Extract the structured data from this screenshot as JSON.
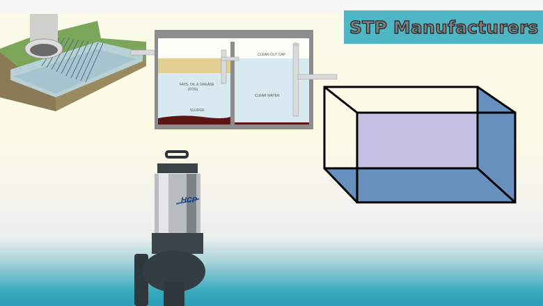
{
  "banner": {
    "title": "STP Manufacturers"
  },
  "septic_tank": {
    "labels": {
      "fog": "FATS, OIL & GREASE",
      "fog_abbr": "(FOG)",
      "sludge": "SLUDGE",
      "clean_out_cap": "CLEAN OUT CAP",
      "clear_water": "CLEAR WATER"
    }
  },
  "pump": {
    "brand": "HCP"
  },
  "colors": {
    "banner": "#4fb6c6",
    "tank_face": "#c5c0e2",
    "tank_side": "#6790bf",
    "water": "#d8e9f2",
    "grease": "#e2cf91",
    "sludge": "#5b1515"
  }
}
